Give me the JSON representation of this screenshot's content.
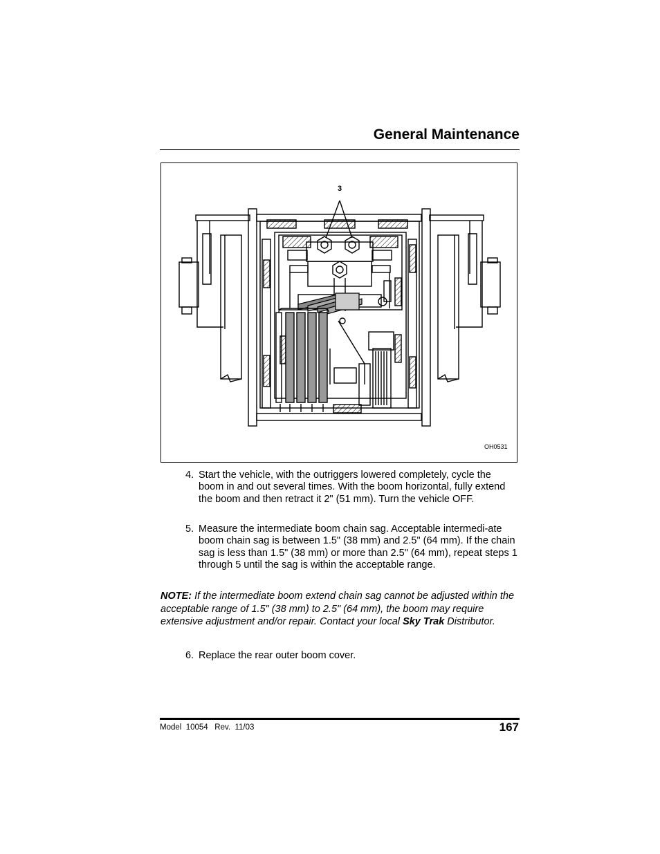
{
  "header": {
    "title": "General Maintenance"
  },
  "figure": {
    "callout": "3",
    "id": "OH0531"
  },
  "steps": [
    {
      "num": "4.",
      "text": "Start the vehicle, with the outriggers lowered completely, cycle the boom in and out several times. With the boom horizontal, fully extend the boom and then retract it 2\" (51 mm). Turn the vehicle OFF."
    },
    {
      "num": "5.",
      "text": "Measure the intermediate boom chain sag. Acceptable intermedi-ate boom chain sag is between 1.5\" (38 mm) and 2.5\" (64 mm). If the chain sag is less than 1.5\" (38 mm) or more than 2.5\" (64 mm), repeat steps 1 through 5 until the sag is within the acceptable range."
    },
    {
      "num": "6.",
      "text": "Replace the rear outer boom cover."
    }
  ],
  "note": {
    "lead": "NOTE:",
    "text_a": " If the intermediate boom extend chain sag cannot be adjusted within the acceptable range of 1.5\" (38 mm) to 2.5\" (64 mm), the boom may require extensive adjustment and/or repair. Contact your local ",
    "brand": "Sky Trak",
    "text_b": " Distributor."
  },
  "footer": {
    "model": "Model  10054   Rev.  11/03",
    "page": "167"
  }
}
